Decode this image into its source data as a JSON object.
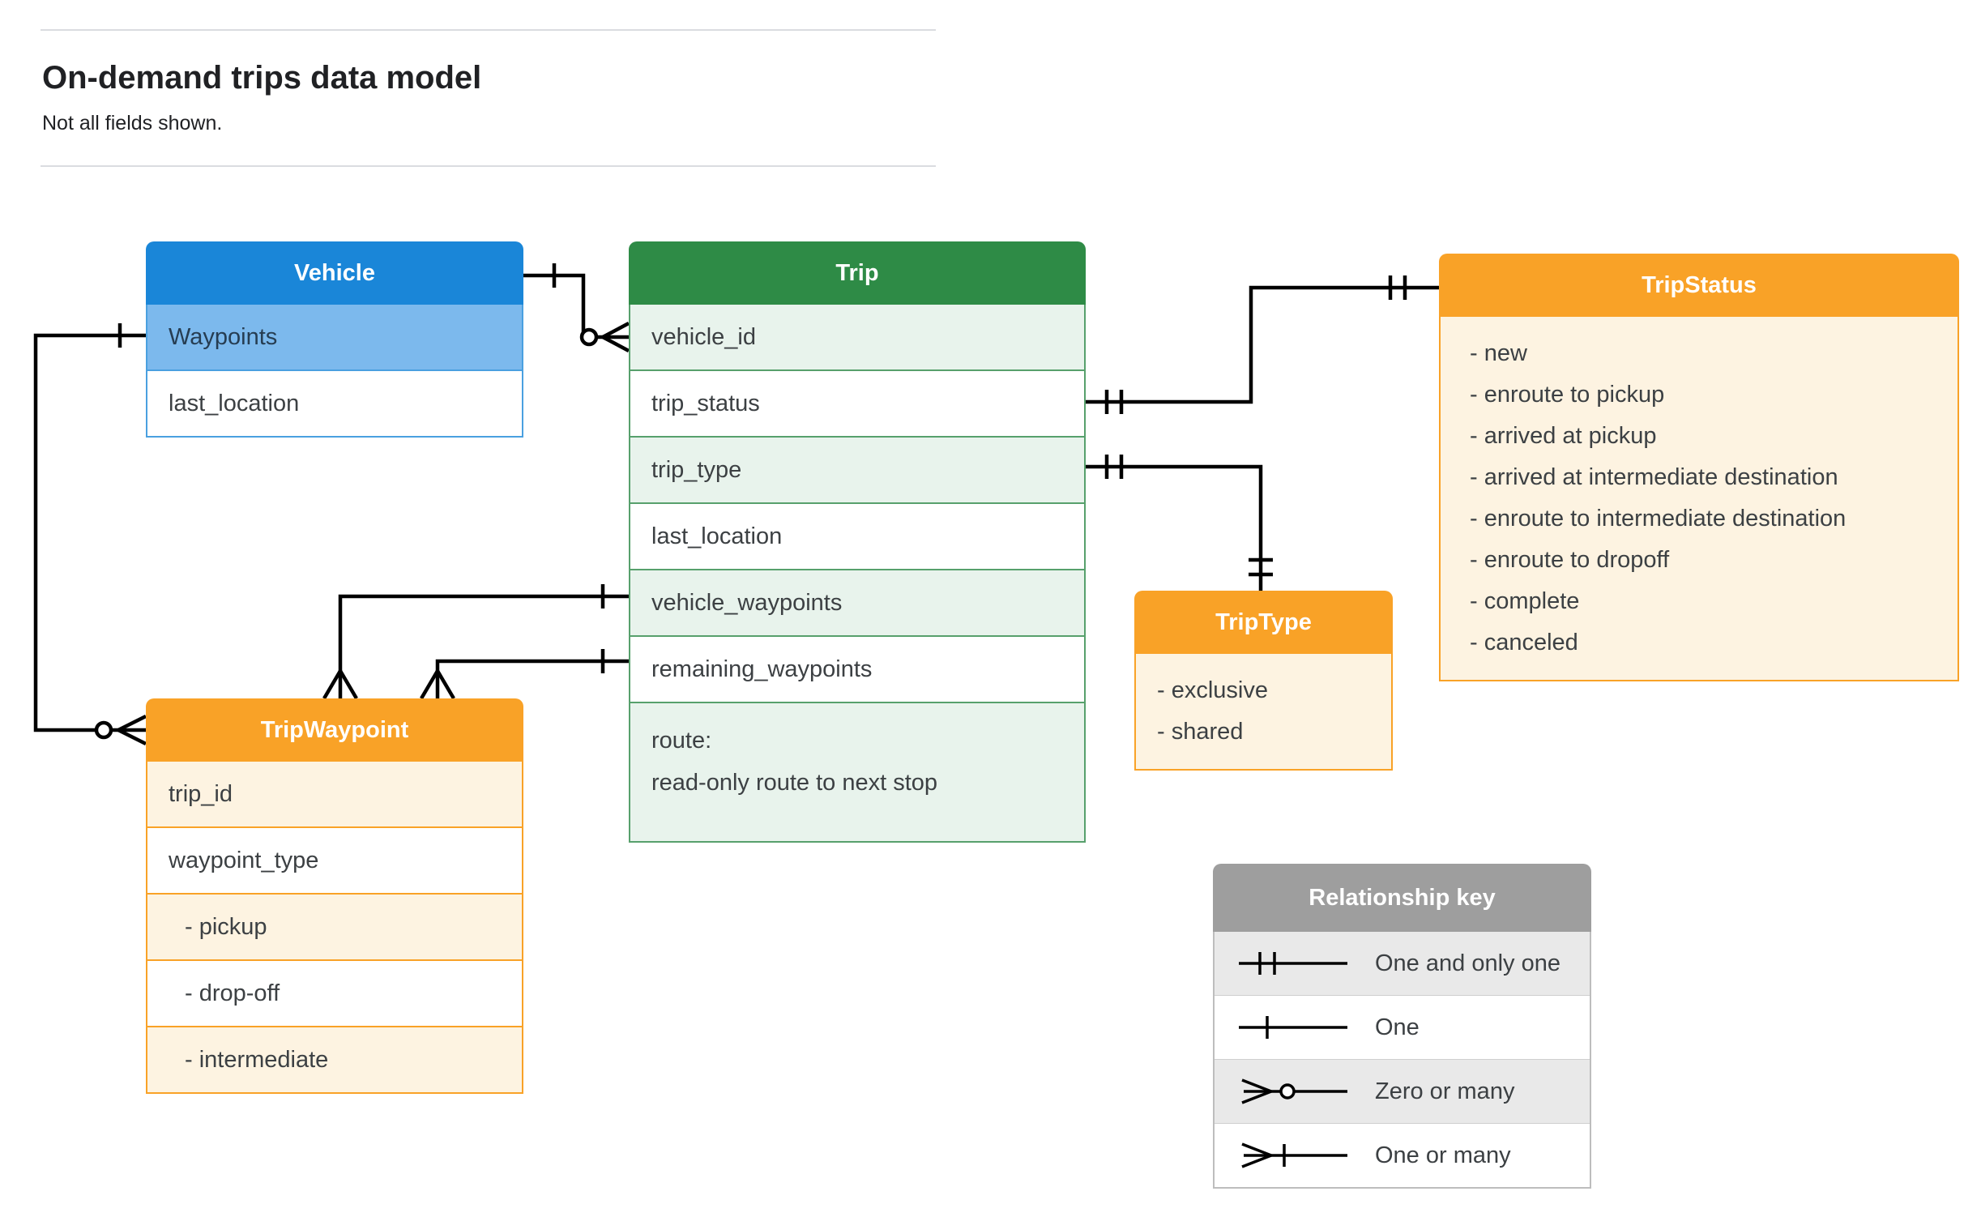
{
  "header": {
    "title": "On-demand trips data model",
    "subtitle": "Not all fields shown."
  },
  "colors": {
    "blue_header": "#1a86d8",
    "blue_highlight": "#7cb9ed",
    "green_header": "#2e8b46",
    "green_row": "#e8f3ec",
    "orange_header": "#f9a227",
    "cream_row": "#fdf3e1",
    "gray_header": "#9e9e9e",
    "gray_row": "#e9e9e9",
    "connector": "#000000"
  },
  "entities": {
    "vehicle": {
      "title": "Vehicle",
      "fields": [
        "Waypoints",
        "last_location"
      ]
    },
    "trip": {
      "title": "Trip",
      "fields": [
        "vehicle_id",
        "trip_status",
        "trip_type",
        "last_location",
        "vehicle_waypoints",
        "remaining_waypoints"
      ],
      "route_label": "route:",
      "route_desc": "read-only route to next stop"
    },
    "trip_status": {
      "title": "TripStatus",
      "values": [
        "- new",
        "- enroute to pickup",
        "- arrived at pickup",
        "- arrived at intermediate destination",
        "- enroute to intermediate destination",
        "- enroute to dropoff",
        "- complete",
        "- canceled"
      ]
    },
    "trip_type": {
      "title": "TripType",
      "values": [
        "- exclusive",
        "- shared"
      ]
    },
    "trip_waypoint": {
      "title": "TripWaypoint",
      "fields": [
        "trip_id",
        "waypoint_type"
      ],
      "values": [
        "- pickup",
        "- drop-off",
        "- intermediate"
      ]
    }
  },
  "relationships": [
    {
      "from": "Vehicle",
      "to": "Trip.vehicle_id",
      "from_cardinality": "one",
      "to_cardinality": "zero-or-many"
    },
    {
      "from": "Trip.trip_status",
      "to": "TripStatus",
      "from_cardinality": "one-and-only-one",
      "to_cardinality": "one-and-only-one"
    },
    {
      "from": "Trip.trip_type",
      "to": "TripType",
      "from_cardinality": "one-and-only-one",
      "to_cardinality": "one-and-only-one"
    },
    {
      "from": "Trip.vehicle_waypoints",
      "to": "TripWaypoint",
      "from_cardinality": "one",
      "to_cardinality": "many"
    },
    {
      "from": "Trip.remaining_waypoints",
      "to": "TripWaypoint",
      "from_cardinality": "one",
      "to_cardinality": "many"
    },
    {
      "from": "Vehicle.Waypoints",
      "to": "TripWaypoint",
      "from_cardinality": "one",
      "to_cardinality": "zero-or-many"
    }
  ],
  "legend": {
    "title": "Relationship key",
    "items": [
      {
        "symbol": "one-and-only-one",
        "label": "One and only one"
      },
      {
        "symbol": "one",
        "label": "One"
      },
      {
        "symbol": "zero-or-many",
        "label": "Zero or many"
      },
      {
        "symbol": "one-or-many",
        "label": "One or many"
      }
    ]
  }
}
